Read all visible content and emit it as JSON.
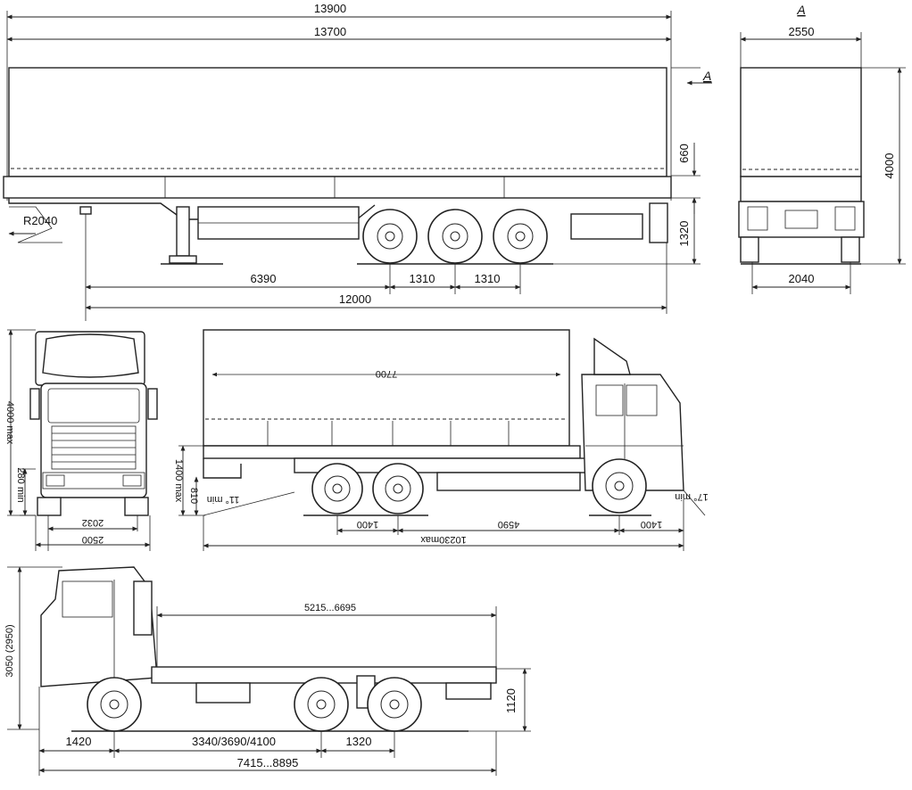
{
  "trailer": {
    "overall_length": "13900",
    "body_length": "13700",
    "section_label": "A",
    "height_side": "660",
    "deck_height": "1320",
    "front_radius": "R2040",
    "kingpin_to_axle": "6390",
    "axle_spacing_1": "1310",
    "axle_spacing_2": "1310",
    "wheelbase_total": "12000",
    "rear_width": "2550",
    "rear_height": "4000",
    "track_width": "2040"
  },
  "truck": {
    "front_height": "4000 max",
    "ground_clearance": "280 min",
    "track_front": "2032",
    "overall_width": "2500",
    "body_length": "7700",
    "deck_height": "1400 max",
    "hitch_height": "810",
    "rear_angle": "11° min",
    "front_angle": "17° min",
    "rear_overhang": "1400",
    "wheelbase": "4590",
    "front_overhang": "1400",
    "overall_length": "10230max"
  },
  "chassis": {
    "cab_height": "3050 (2950)",
    "frame_length": "5215...6695",
    "frame_height": "1120",
    "front_overhang": "1420",
    "wheelbase": "3340/3690/4100",
    "tandem": "1320",
    "overall_length": "7415...8895"
  }
}
